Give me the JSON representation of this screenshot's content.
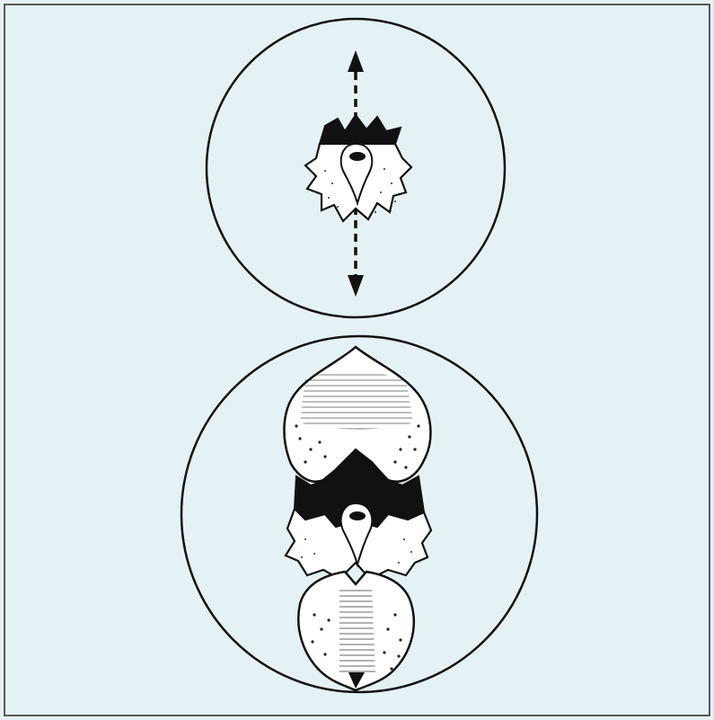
{
  "figure": {
    "background_color": "#e4f2f6",
    "frame_color": "#5a5a5a",
    "ink_color": "#111111",
    "panels": [
      {
        "id": "early-stage",
        "icons": [
          "dashed-double-arrow",
          "star-shaped-cell",
          "teardrop-nucleus"
        ]
      },
      {
        "id": "later-stage",
        "icons": [
          "upper-lobed-cell",
          "lower-lobed-cell",
          "teardrop-nucleus",
          "stippled-texture"
        ]
      }
    ]
  }
}
